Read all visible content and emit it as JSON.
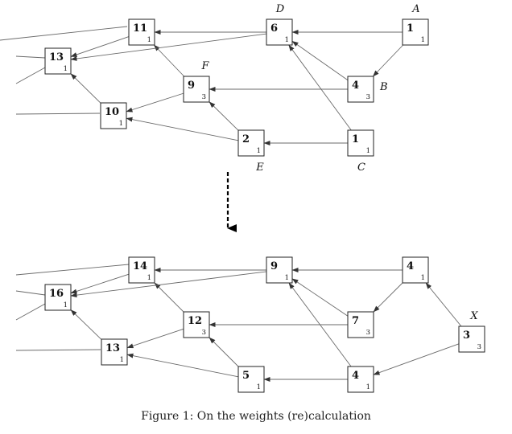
{
  "caption": "Figure 1: On the weights (re)calculation",
  "diagrams": [
    {
      "id": "before",
      "nodes": [
        {
          "id": "b11",
          "value": "11",
          "weight": "1",
          "letter": ""
        },
        {
          "id": "b6",
          "value": "6",
          "weight": "1",
          "letter": "D"
        },
        {
          "id": "bA",
          "value": "1",
          "weight": "1",
          "letter": "A"
        },
        {
          "id": "b13",
          "value": "13",
          "weight": "1",
          "letter": ""
        },
        {
          "id": "b9",
          "value": "9",
          "weight": "3",
          "letter": "F"
        },
        {
          "id": "b4",
          "value": "4",
          "weight": "3",
          "letter": "B"
        },
        {
          "id": "b10",
          "value": "10",
          "weight": "1",
          "letter": ""
        },
        {
          "id": "b2",
          "value": "2",
          "weight": "1",
          "letter": "E"
        },
        {
          "id": "bC",
          "value": "1",
          "weight": "1",
          "letter": "C"
        }
      ],
      "edges": [
        {
          "from": "b6",
          "to": "b11"
        },
        {
          "from": "bA",
          "to": "b6"
        },
        {
          "from": "bA",
          "to": "b4"
        },
        {
          "from": "b4",
          "to": "b6"
        },
        {
          "from": "b4",
          "to": "b9"
        },
        {
          "from": "bC",
          "to": "b6"
        },
        {
          "from": "bC",
          "to": "b2"
        },
        {
          "from": "b2",
          "to": "b9"
        },
        {
          "from": "b2",
          "to": "b10"
        },
        {
          "from": "b9",
          "to": "b11"
        },
        {
          "from": "b9",
          "to": "b10"
        },
        {
          "from": "b11",
          "to": "b13"
        },
        {
          "from": "b6",
          "to": "b13"
        },
        {
          "from": "b10",
          "to": "b13"
        }
      ]
    },
    {
      "id": "after",
      "nodes": [
        {
          "id": "a14",
          "value": "14",
          "weight": "1",
          "letter": ""
        },
        {
          "id": "a9",
          "value": "9",
          "weight": "1",
          "letter": ""
        },
        {
          "id": "aA",
          "value": "4",
          "weight": "1",
          "letter": ""
        },
        {
          "id": "a16",
          "value": "16",
          "weight": "1",
          "letter": ""
        },
        {
          "id": "a12",
          "value": "12",
          "weight": "3",
          "letter": ""
        },
        {
          "id": "a7",
          "value": "7",
          "weight": "3",
          "letter": ""
        },
        {
          "id": "aX",
          "value": "3",
          "weight": "3",
          "letter": "X"
        },
        {
          "id": "a13",
          "value": "13",
          "weight": "1",
          "letter": ""
        },
        {
          "id": "a5",
          "value": "5",
          "weight": "1",
          "letter": ""
        },
        {
          "id": "aC",
          "value": "4",
          "weight": "1",
          "letter": ""
        }
      ],
      "edges": [
        {
          "from": "a9",
          "to": "a14"
        },
        {
          "from": "aA",
          "to": "a9"
        },
        {
          "from": "aA",
          "to": "a7"
        },
        {
          "from": "a7",
          "to": "a9"
        },
        {
          "from": "a7",
          "to": "a12"
        },
        {
          "from": "aC",
          "to": "a9"
        },
        {
          "from": "aC",
          "to": "a5"
        },
        {
          "from": "a5",
          "to": "a12"
        },
        {
          "from": "a5",
          "to": "a13"
        },
        {
          "from": "a12",
          "to": "a14"
        },
        {
          "from": "a12",
          "to": "a13"
        },
        {
          "from": "a14",
          "to": "a16"
        },
        {
          "from": "a9",
          "to": "a16"
        },
        {
          "from": "a13",
          "to": "a16"
        },
        {
          "from": "aX",
          "to": "aA"
        },
        {
          "from": "aX",
          "to": "aC"
        }
      ]
    }
  ]
}
